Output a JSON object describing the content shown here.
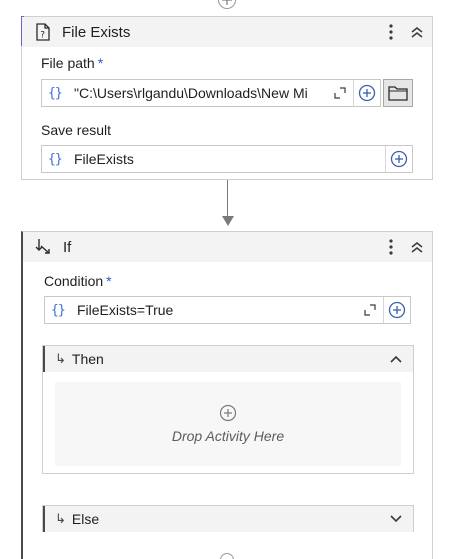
{
  "file_exists_activity": {
    "title": "File Exists",
    "icon": "file-question-icon",
    "file_path": {
      "label": "File path",
      "required_mark": "*",
      "value": "\"C:\\Users\\rlgandu\\Downloads\\New Mi"
    },
    "save_result": {
      "label": "Save result",
      "value": "FileExists"
    },
    "accent_color": "#6e64c8"
  },
  "if_activity": {
    "title": "If",
    "icon": "if-branch-icon",
    "condition": {
      "label": "Condition",
      "required_mark": "*",
      "value": "FileExists=True"
    },
    "then_section": {
      "title": "Then",
      "drop_text": "Drop Activity Here",
      "expanded": true
    },
    "else_section": {
      "title": "Else",
      "expanded": false
    }
  },
  "symbols": {
    "braces": "{}",
    "branch_arrow": "↳"
  },
  "colors": {
    "required": "#3058c8",
    "braces": "#3b6fd4",
    "header_bg": "#f3f3f3"
  }
}
